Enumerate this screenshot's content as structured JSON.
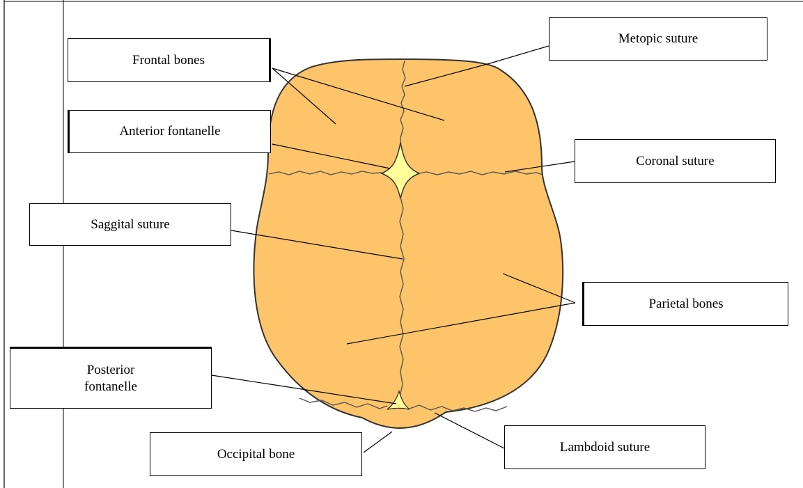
{
  "diagram": {
    "colors": {
      "bone_fill": "#FDC46A",
      "fontanelle_fill": "#FFFF99",
      "outline": "#333333",
      "leader_line": "#000000"
    },
    "labels": {
      "frontal_bones": "Frontal bones",
      "metopic_suture": "Metopic suture",
      "anterior_fontanelle": "Anterior fontanelle",
      "coronal_suture": "Coronal suture",
      "saggital_suture": "Saggital suture",
      "parietal_bones": "Parietal bones",
      "posterior_fontanelle": "Posterior\nfontanelle",
      "occipital_bone": "Occipital bone",
      "lambdoid_suture": "Lambdoid suture"
    }
  }
}
